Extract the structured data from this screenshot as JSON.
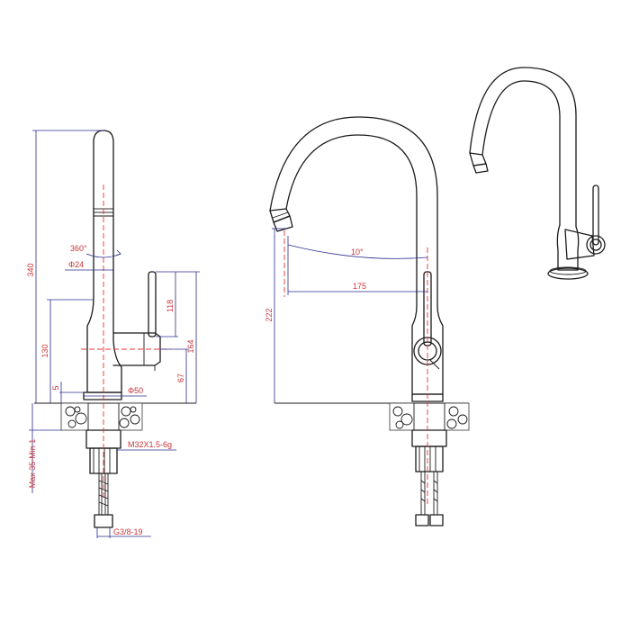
{
  "dimensions": {
    "total_height": "340",
    "rotation": "360°",
    "spout_diameter": "Φ24",
    "body_height": "130",
    "base_height": "5",
    "base_diameter": "Φ50",
    "handle_length": "118",
    "handle_total": "164",
    "handle_base": "67",
    "thread": "M32X1.5-6g",
    "deck_thickness": "Max 35-Min 1",
    "hose_thread": "G3/8-19",
    "spout_height": "222",
    "tilt_angle": "10°",
    "reach": "175"
  },
  "colors": {
    "outline": "#1a1a1a",
    "dimension_text": "#c8353a",
    "dimension_line": "#2b2b8c",
    "center_line": "#e0343a"
  }
}
